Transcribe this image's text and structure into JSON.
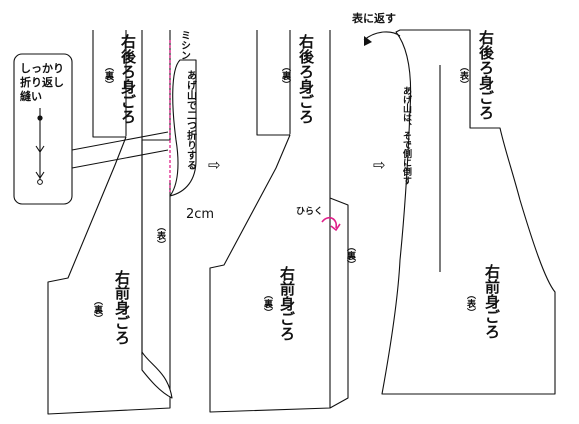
{
  "panel1": {
    "back_label": "右後ろ身ごろ",
    "back_side": "（裏）",
    "front_label": "右前身ごろ",
    "front_side": "（裏）",
    "right_side": "（表）",
    "machine": "ミシン",
    "fold_note": "あげ山で二つ折りする",
    "measure": "2cm",
    "callout": [
      "しっかり",
      "折り返し",
      "縫い"
    ]
  },
  "panel2": {
    "back_label": "右後ろ身ごろ",
    "back_side": "（裏）",
    "front_label": "右前身ごろ",
    "front_side": "（裏）",
    "center_side": "（裏）",
    "open_note": "ひらく"
  },
  "panel3": {
    "turn_note": "表に返す",
    "back_label": "右後ろ身ごろ",
    "back_side": "（表）",
    "front_label": "右前身ごろ",
    "front_side": "（表）",
    "seam_note": "あげ山は、そで側に倒す"
  },
  "arrows": {
    "step": "⇨"
  },
  "colors": {
    "stitch": "#e0208a",
    "ink": "#111111"
  }
}
